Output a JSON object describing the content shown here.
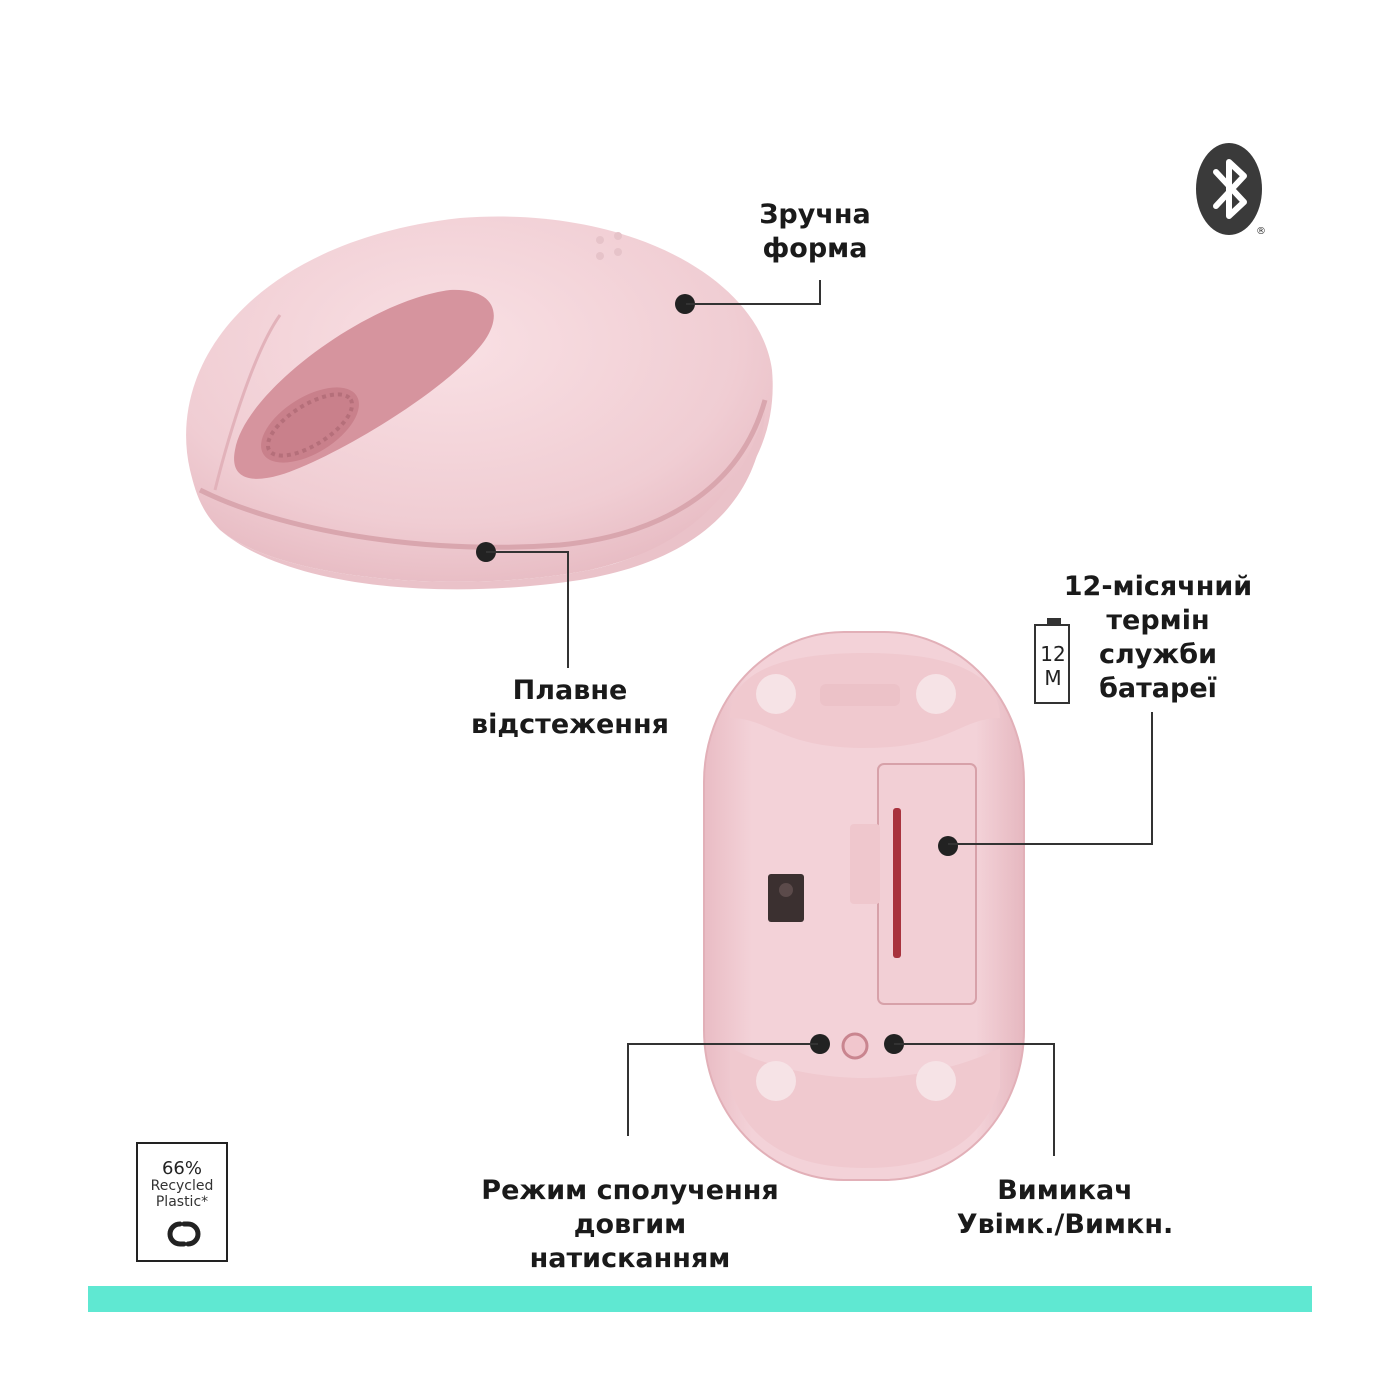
{
  "features": {
    "shape": {
      "line1": "Зручна",
      "line2": "форма"
    },
    "tracking": {
      "line1": "Плавне",
      "line2": "відстеження"
    },
    "battery": {
      "line1": "12-місячний",
      "line2": "термін",
      "line3": "служби",
      "line4": "батареї"
    },
    "pairing": {
      "line1": "Режим сполучення",
      "line2": "довгим",
      "line3": "натисканням"
    },
    "power": {
      "line1": "Вимикач",
      "line2": "Увімк./Вимкн."
    }
  },
  "battery_icon": {
    "line1": "12",
    "line2": "M"
  },
  "eco_badge": {
    "percent": "66%",
    "line1": "Recycled",
    "line2": "Plastic*"
  },
  "bluetooth": {
    "icon": "bluetooth-icon",
    "mark": "®"
  },
  "colors": {
    "accent_bar": "#5fe8d2",
    "mouse_body": "#f3d3d8",
    "mouse_accent": "#d99aa3",
    "text": "#1a1a1a"
  }
}
